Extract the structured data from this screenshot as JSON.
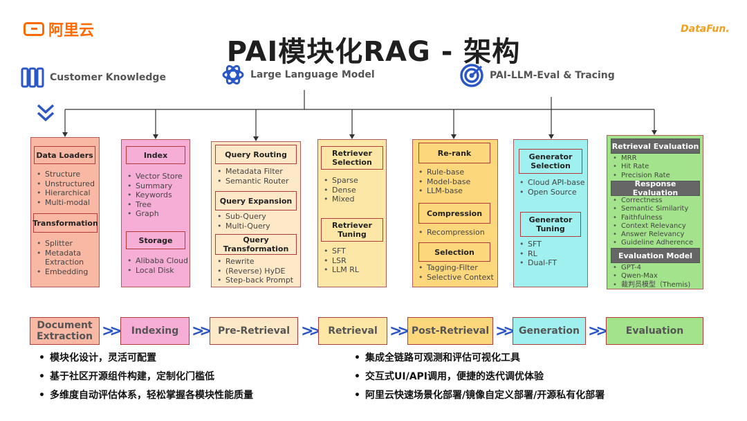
{
  "header": {
    "title": "PAI模块化RAG - 架构",
    "logo_left": "阿里云",
    "logo_right": "DataFun."
  },
  "top_labels": {
    "customer_knowledge": "Customer Knowledge",
    "llm": "Large Language Model",
    "eval_tracing": "PAI-LLM-Eval & Tracing"
  },
  "colors": {
    "doc": "#f8b8a4",
    "index": "#f7aed6",
    "pre": "#fde9c8",
    "retrieval": "#fde7a6",
    "post": "#fcd77c",
    "generation": "#9ff0ee",
    "evaluation": "#a3e38b",
    "chevron": "#2a56c6",
    "accent": "#ff6a00"
  },
  "modules": {
    "doc": {
      "loaders_title": "Data Loaders",
      "loaders_items": [
        "Structure",
        "Unstructured",
        "Hierarchical",
        "Multi-modal"
      ],
      "transform_title": "Transformation",
      "transform_items": [
        "Splitter",
        "Metadata Extraction",
        "Embedding"
      ]
    },
    "index": {
      "index_title": "Index",
      "index_items": [
        "Vector Store",
        "Summary",
        "Keywords",
        "Tree",
        "Graph"
      ],
      "storage_title": "Storage",
      "storage_items": [
        "Alibaba Cloud",
        "Local Disk"
      ]
    },
    "pre": {
      "routing_title": "Query Routing",
      "routing_items": [
        "Metadata Filter",
        "Semantic Router"
      ],
      "expansion_title": "Query Expansion",
      "expansion_items": [
        "Sub-Query",
        "Multi-Query"
      ],
      "transform_title": "Query Transformation",
      "transform_items": [
        "Rewrite",
        "(Reverse) HyDE",
        "Step-back Prompt"
      ]
    },
    "retrieval": {
      "selection_title": "Retriever Selection",
      "selection_items": [
        "Sparse",
        "Dense",
        "Mixed"
      ],
      "tuning_title": "Retriever Tuning",
      "tuning_items": [
        "SFT",
        "LSR",
        "LLM RL"
      ]
    },
    "post": {
      "rerank_title": "Re-rank",
      "rerank_items": [
        "Rule-base",
        "Model-base",
        "LLM-base"
      ],
      "compression_title": "Compression",
      "compression_items": [
        "Recompression"
      ],
      "selection_title": "Selection",
      "selection_items": [
        "Tagging-Filter",
        "Selective Context"
      ]
    },
    "generation": {
      "selection_title": "Generator Selection",
      "selection_items": [
        "Cloud API-base",
        "Open Source"
      ],
      "tuning_title": "Generator Tuning",
      "tuning_items": [
        "SFT",
        "RL",
        "Dual-FT"
      ]
    },
    "evaluation": {
      "retrieval_title": "Retrieval Evaluation",
      "retrieval_items": [
        "MRR",
        "Hit Rate",
        "Precision Rate"
      ],
      "response_title": "Response Evaluation",
      "response_items": [
        "Correctness",
        "Semantic Similarity",
        "Faithfulness",
        "Context Relevancy",
        "Answer Relevancy",
        "Guideline Adherence"
      ],
      "model_title": "Evaluation Model",
      "model_items": [
        "GPT-4",
        "Qwen-Max",
        "裁判员模型（Themis)"
      ]
    }
  },
  "stages": [
    "Document Extraction",
    "Indexing",
    "Pre-Retrieval",
    "Retrieval",
    "Post-Retrieval",
    "Generation",
    "Evaluation"
  ],
  "bullets_left": [
    "模块化设计，灵活可配置",
    "基于社区开源组件构建，定制化门槛低",
    "多维度自动评估体系，轻松掌握各模块性能质量"
  ],
  "bullets_right": [
    "集成全链路可观测和评估可视化工具",
    "交互式UI/API调用，便捷的迭代调优体验",
    "阿里云快速场景化部署/镜像自定义部署/开源私有化部署"
  ]
}
